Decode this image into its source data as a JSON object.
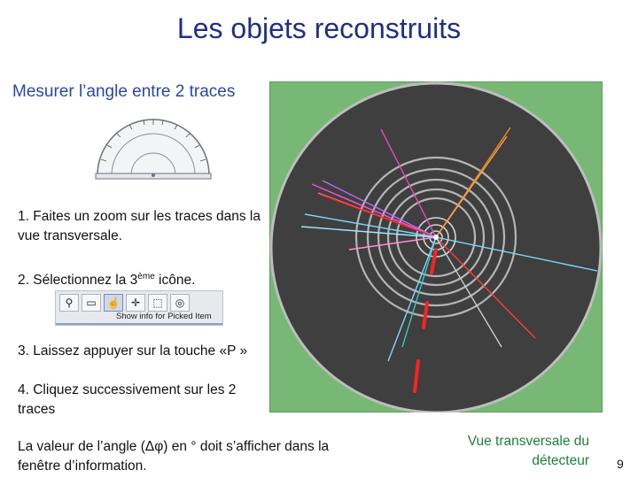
{
  "title": "Les objets reconstruits",
  "subtitle": "Mesurer l’angle entre 2 traces",
  "steps": {
    "step1": "1. Faites un zoom sur les traces dans la vue transversale.",
    "step2_prefix": "2. Sélectionnez la 3",
    "step2_sup": "ème",
    "step2_suffix": " icône.",
    "step3": "3. Laissez appuyer sur la touche «P »",
    "step4": "4. Cliquez successivement sur les 2 traces"
  },
  "toolbar": {
    "icons": [
      "zoom-icon",
      "rubberband-icon",
      "pick-icon",
      "move-icon",
      "select-icon",
      "fisheye-icon"
    ],
    "label": "Show info for Picked Item"
  },
  "result_text": "La valeur de l’angle (Δφ) en ° doit s’afficher dans la fenêtre d’information.",
  "detector_caption": "Vue transversale du détecteur",
  "page_number": "9",
  "colors": {
    "title": "#1f2f86",
    "subtitle": "#2a47a8",
    "caption": "#1f7f3a",
    "detector_bg": "#76b874",
    "detector_disc": "#3f3f3f"
  }
}
